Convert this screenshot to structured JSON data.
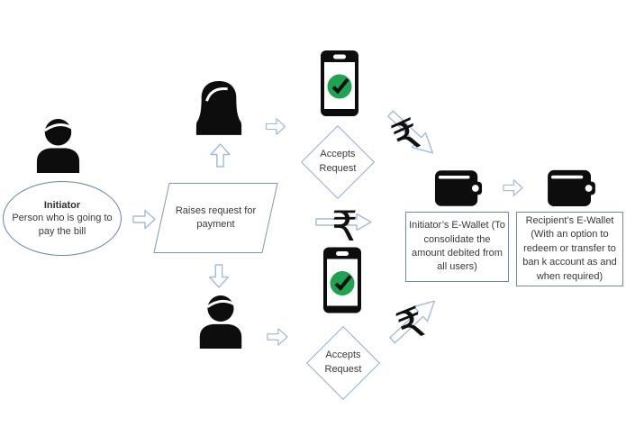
{
  "colors": {
    "shape_border": "#6484b4",
    "arrow_border": "#a6badc",
    "diamond_border": "#94aad0",
    "icon_black": "#0d0d0d",
    "check_green": "#1ea350",
    "text": "#383838"
  },
  "rupee_symbol": "₹",
  "ellipse": {
    "title": "Initiator",
    "body": "Person who is going to pay the bill"
  },
  "parallelogram": {
    "label": "Raises request for payment"
  },
  "diamond_top": {
    "label": "Accepts Request"
  },
  "diamond_bottom": {
    "label": "Accepts Request"
  },
  "wallet_box_initiator": {
    "label": "Initiator’s E-Wallet (To consolidate the amount debited from all users)"
  },
  "wallet_box_recipient": {
    "label": "Recipient’s E-Wallet (With an option to redeem or transfer to ban k account as and when required)"
  },
  "icons": {
    "initiator_person": "male-person-icon",
    "requester_top": "female-person-icon",
    "requester_bottom": "male-person-icon",
    "phone_top": "phone-accept-icon",
    "phone_bottom": "phone-accept-icon",
    "wallet_initiator": "wallet-icon",
    "wallet_recipient": "wallet-icon",
    "check": "check-icon"
  }
}
